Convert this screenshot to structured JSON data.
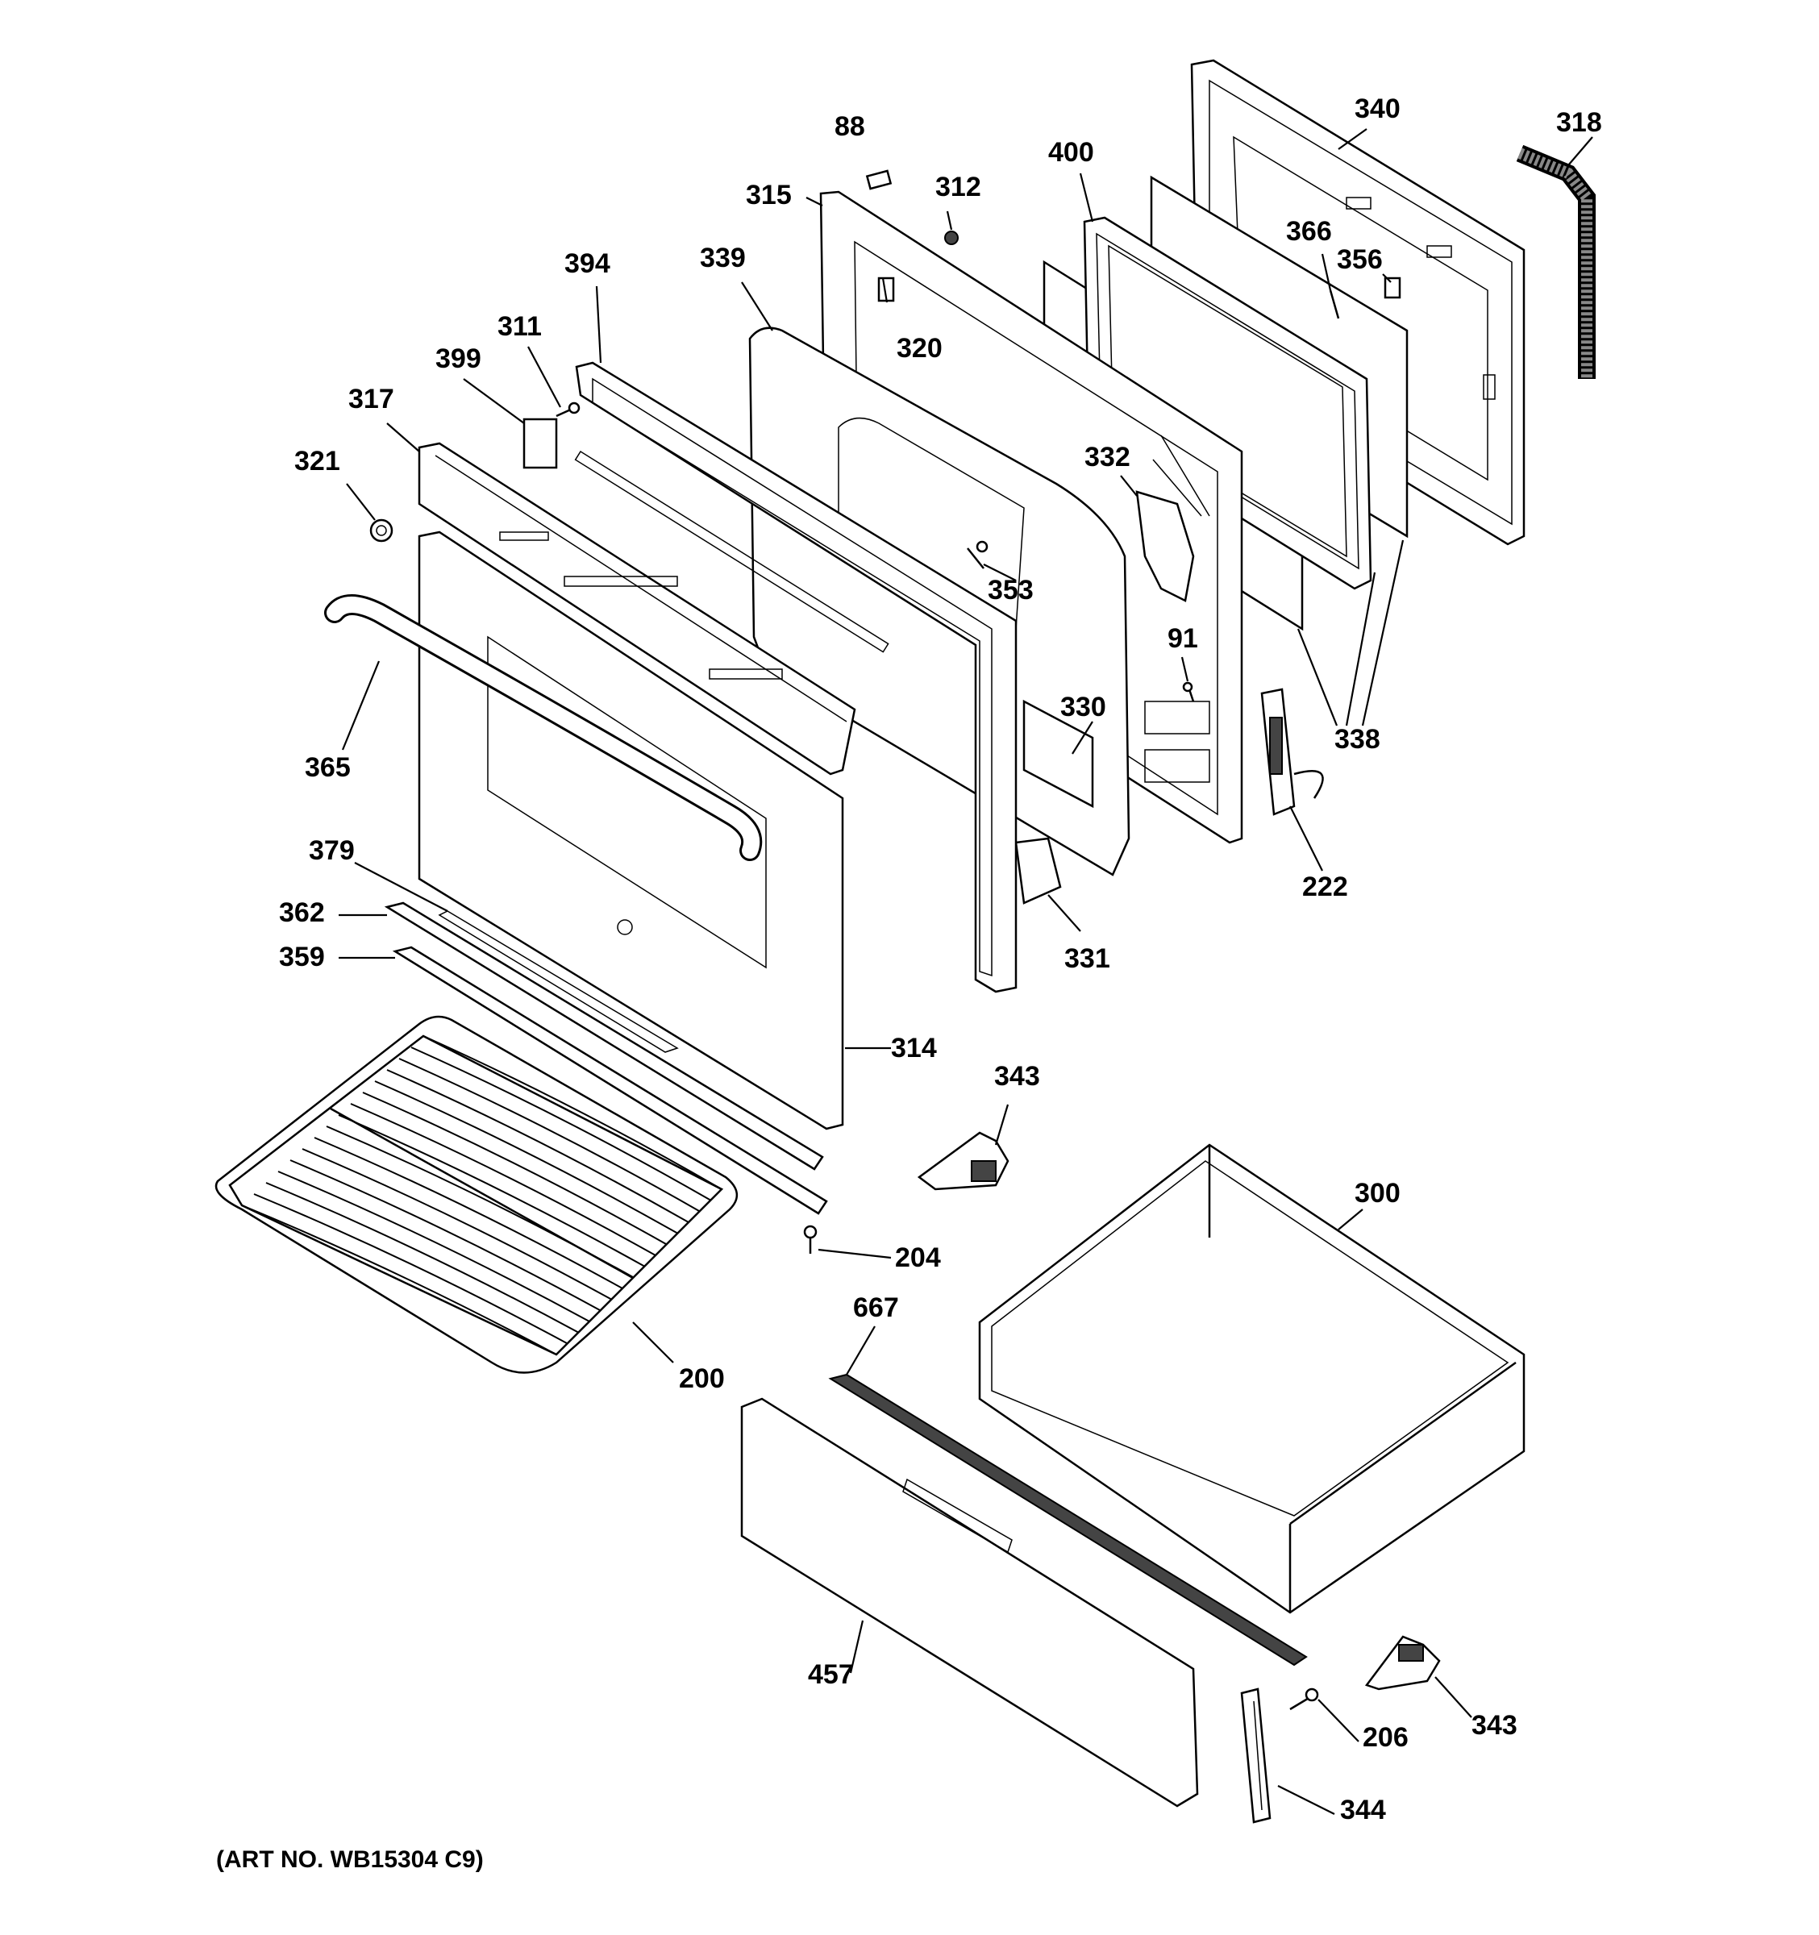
{
  "art_number": "(ART NO. WB15304 C9)",
  "callouts": [
    {
      "id": "88",
      "text": "88"
    },
    {
      "id": "312",
      "text": "312"
    },
    {
      "id": "315",
      "text": "315"
    },
    {
      "id": "340",
      "text": "340"
    },
    {
      "id": "318",
      "text": "318"
    },
    {
      "id": "400",
      "text": "400"
    },
    {
      "id": "366",
      "text": "366"
    },
    {
      "id": "356",
      "text": "356"
    },
    {
      "id": "339",
      "text": "339"
    },
    {
      "id": "394",
      "text": "394"
    },
    {
      "id": "320",
      "text": "320"
    },
    {
      "id": "311",
      "text": "311"
    },
    {
      "id": "399",
      "text": "399"
    },
    {
      "id": "317",
      "text": "317"
    },
    {
      "id": "321",
      "text": "321"
    },
    {
      "id": "332",
      "text": "332"
    },
    {
      "id": "353",
      "text": "353"
    },
    {
      "id": "91",
      "text": "91"
    },
    {
      "id": "330",
      "text": "330"
    },
    {
      "id": "338",
      "text": "338"
    },
    {
      "id": "365",
      "text": "365"
    },
    {
      "id": "222",
      "text": "222"
    },
    {
      "id": "379",
      "text": "379"
    },
    {
      "id": "362",
      "text": "362"
    },
    {
      "id": "331",
      "text": "331"
    },
    {
      "id": "359",
      "text": "359"
    },
    {
      "id": "314",
      "text": "314"
    },
    {
      "id": "343a",
      "text": "343"
    },
    {
      "id": "300",
      "text": "300"
    },
    {
      "id": "204",
      "text": "204"
    },
    {
      "id": "667",
      "text": "667"
    },
    {
      "id": "200",
      "text": "200"
    },
    {
      "id": "457",
      "text": "457"
    },
    {
      "id": "343b",
      "text": "343"
    },
    {
      "id": "206",
      "text": "206"
    },
    {
      "id": "344",
      "text": "344"
    }
  ]
}
